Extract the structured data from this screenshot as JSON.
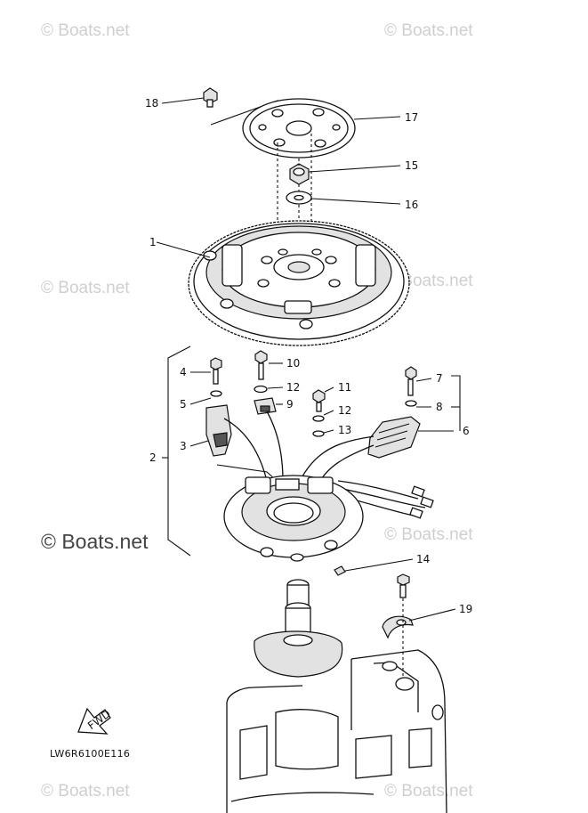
{
  "watermark": {
    "text": "© Boats.net",
    "prominent_text": "© Boats.net"
  },
  "diagram_code": "LW6R6100E116",
  "direction_arrow": {
    "label": "FWD"
  },
  "callouts": {
    "c1": "1",
    "c2": "2",
    "c3": "3",
    "c4": "4",
    "c5": "5",
    "c6": "6",
    "c7": "7",
    "c8": "8",
    "c9": "9",
    "c10": "10",
    "c11": "11",
    "c12a": "12",
    "c12b": "12",
    "c13": "13",
    "c14": "14",
    "c15": "15",
    "c16": "16",
    "c17": "17",
    "c18": "18",
    "c19": "19"
  }
}
